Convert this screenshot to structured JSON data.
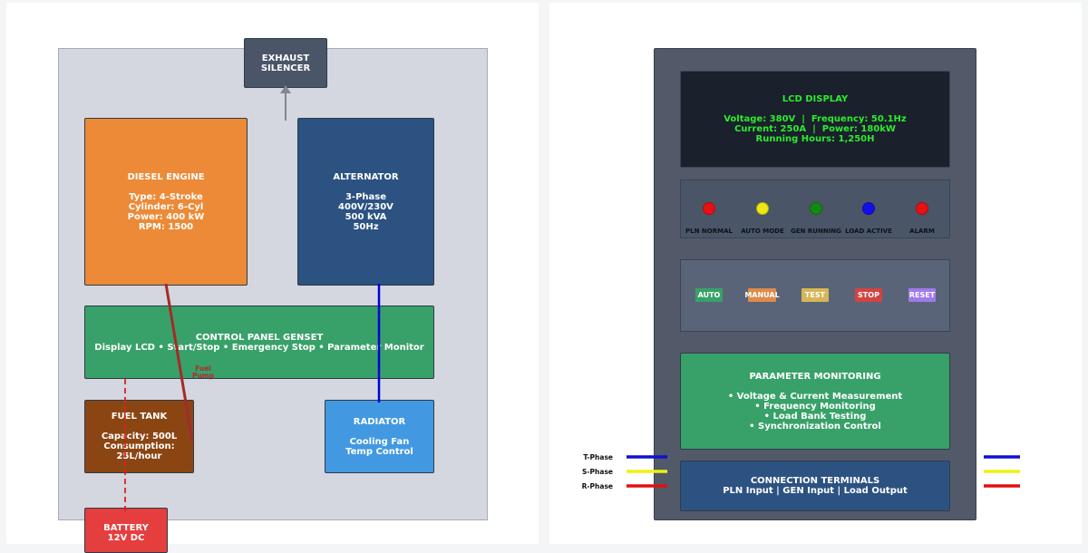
{
  "left": {
    "exhaust": {
      "line1": "EXHAUST",
      "line2": "SILENCER"
    },
    "engine": {
      "title": "DIESEL ENGINE",
      "lines": [
        "Type: 4-Stroke",
        "Cylinder: 6-Cyl",
        "Power: 400 kW",
        "RPM: 1500"
      ]
    },
    "alternator": {
      "title": "ALTERNATOR",
      "lines": [
        "3-Phase",
        "400V/230V",
        "500 kVA",
        "50Hz"
      ]
    },
    "control_panel": {
      "title": "CONTROL PANEL GENSET",
      "subtitle": "Display LCD • Start/Stop • Emergency Stop • Parameter Monitor"
    },
    "fuel_tank": {
      "title": "FUEL TANK",
      "lines": [
        "Capacity: 500L",
        "Consumption:",
        "25L/hour"
      ]
    },
    "radiator": {
      "title": "RADIATOR",
      "lines": [
        "Cooling Fan",
        "Temp Control"
      ]
    },
    "battery": {
      "line1": "BATTERY",
      "line2": "12V DC"
    },
    "fuel_pump": {
      "line1": "Fuel",
      "line2": "Pump"
    }
  },
  "right": {
    "lcd": {
      "title": "LCD DISPLAY",
      "lines": [
        "Voltage: 380V  |  Frequency: 50.1Hz",
        "Current: 250A  |  Power: 180kW",
        "Running Hours: 1,250H"
      ]
    },
    "indicators": [
      {
        "label": "PLN NORMAL",
        "color": "#e81010"
      },
      {
        "label": "AUTO MODE",
        "color": "#f0e612"
      },
      {
        "label": "GEN RUNNING",
        "color": "#128a12"
      },
      {
        "label": "LOAD ACTIVE",
        "color": "#1010e8"
      },
      {
        "label": "ALARM",
        "color": "#e81010"
      }
    ],
    "buttons": [
      {
        "label": "AUTO",
        "color": "#38a169"
      },
      {
        "label": "MANUAL",
        "color": "#dd8a4a"
      },
      {
        "label": "TEST",
        "color": "#d6b656"
      },
      {
        "label": "STOP",
        "color": "#d34343"
      },
      {
        "label": "RESET",
        "color": "#9f7aea"
      }
    ],
    "parameter": {
      "title": "PARAMETER MONITORING",
      "lines": [
        "• Voltage & Current Measurement",
        "• Frequency Monitoring",
        "• Load Bank Testing",
        "• Synchronization Control"
      ]
    },
    "terminals": {
      "title": "CONNECTION TERMINALS",
      "subtitle": "PLN Input | GEN Input | Load Output"
    },
    "phases": [
      {
        "label": "T-Phase",
        "color": "#1010d0"
      },
      {
        "label": "S-Phase",
        "color": "#f0f010"
      },
      {
        "label": "R-Phase",
        "color": "#e01010"
      }
    ]
  }
}
